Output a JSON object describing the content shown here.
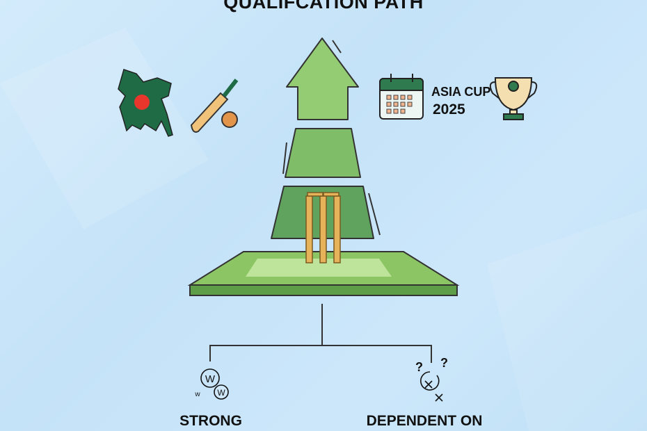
{
  "title": "QUALIFCATION PATH",
  "event": {
    "line1": "ASIA CUP",
    "line2": "2025"
  },
  "branches": [
    {
      "label": "STRONG",
      "icon": "wins-icon"
    },
    {
      "label": "DEPENDENT ON",
      "icon": "uncertain-losses-icon"
    }
  ],
  "colors": {
    "green_dark": "#2f7a4e",
    "green_light": "#8fc86a",
    "flag_red": "#e8362d",
    "background": "#cde7fa"
  }
}
